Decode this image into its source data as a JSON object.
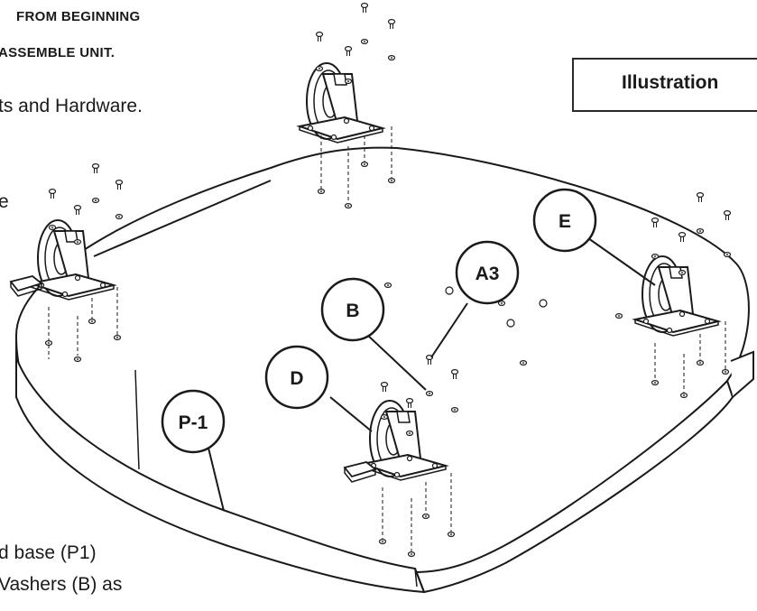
{
  "header": {
    "line1": "FROM BEGINNING",
    "line2": "ASSEMBLE UNIT."
  },
  "instructions": {
    "parts_line": "ts and Hardware.",
    "fragment_e": "e",
    "base_line": "d base (P1)",
    "washers_line": "Vashers (B) as"
  },
  "illustration_label": "Illustration",
  "callouts": {
    "a3": "A3",
    "b": "B",
    "d": "D",
    "e": "E",
    "p1": "P-1"
  },
  "colors": {
    "line": "#1a1a1a",
    "wheel_fill": "#ffffff"
  }
}
